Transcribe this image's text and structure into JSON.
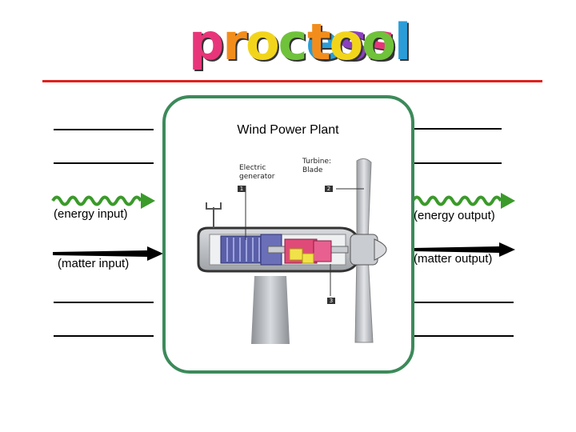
{
  "header": {
    "title_word1": "process",
    "title_word2": "tool",
    "title_colors": [
      "#e8357a",
      "#f28d1b",
      "#f2d51b",
      "#6fc23a",
      "#2a9dd8",
      "#8a3fc0",
      "#e8357a",
      "#f28d1b",
      "#f2d51b",
      "#6fc23a",
      "#2a9dd8"
    ]
  },
  "panel": {
    "title": "Wind Power Plant",
    "callouts": [
      {
        "text_line1": "Electric",
        "text_line2": "generator",
        "marker": "1"
      },
      {
        "text_line1": "Turbine:",
        "text_line2": "Blade",
        "marker": "2"
      },
      {
        "marker": "3"
      }
    ]
  },
  "left": {
    "energy_label": "(energy input)",
    "matter_label": "(matter input)"
  },
  "right": {
    "energy_label": "(energy output)",
    "matter_label": "(matter output)"
  },
  "colors": {
    "rule": "#e0201c",
    "panel_border": "#3c8a5a",
    "wave": "#3a9a2a"
  }
}
